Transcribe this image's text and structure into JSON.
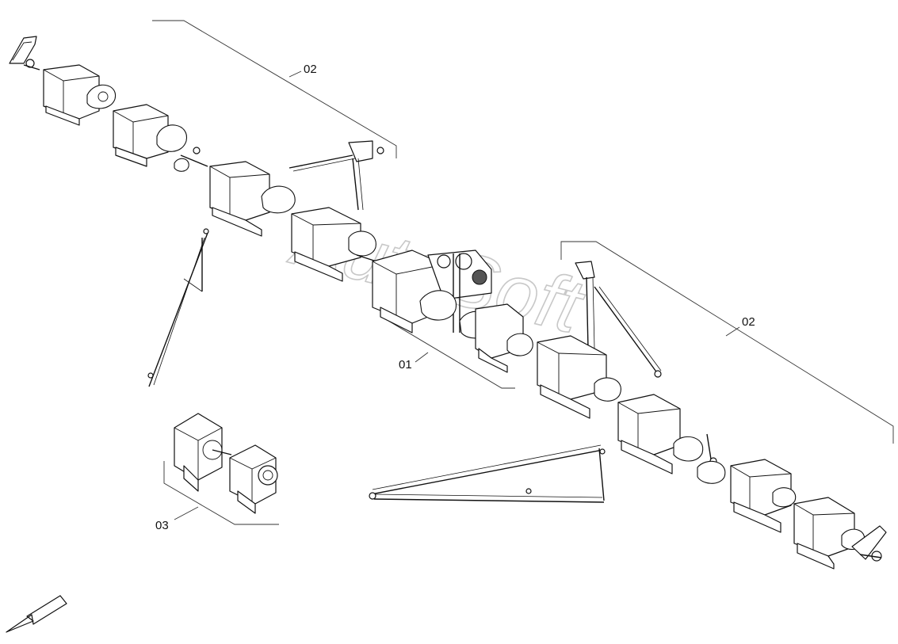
{
  "watermark": "AutoSoft",
  "callouts": {
    "upper_group": "02",
    "right_group": "02",
    "center_assembly": "01",
    "lower_group": "03"
  },
  "icons": {
    "orientation_arrow": "arrow-down-left-icon"
  }
}
